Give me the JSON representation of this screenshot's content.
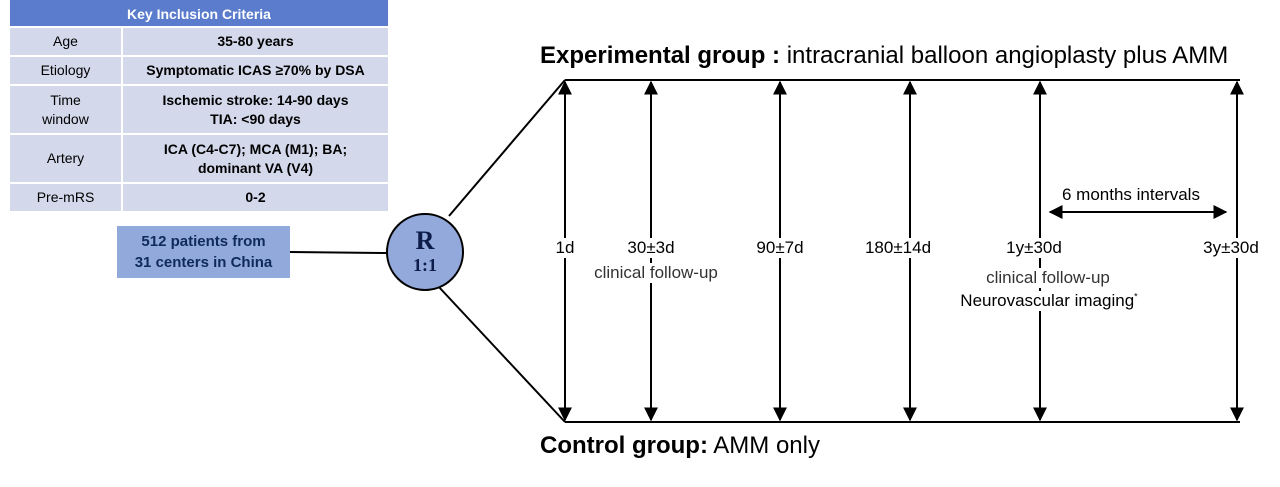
{
  "criteria": {
    "title": "Key Inclusion Criteria",
    "rows": [
      {
        "label": "Age",
        "value": "35-80 years"
      },
      {
        "label": "Etiology",
        "value": "Symptomatic ICAS ≥70% by DSA"
      },
      {
        "label": "Time\nwindow",
        "value": "Ischemic stroke: 14-90 days\nTIA: <90 days"
      },
      {
        "label": "Artery",
        "value": "ICA (C4-C7); MCA (M1); BA;\ndominant VA (V4)"
      },
      {
        "label": "Pre-mRS",
        "value": "0-2"
      }
    ]
  },
  "patients": {
    "line1": "512 patients from",
    "line2": "31 centers in China"
  },
  "randomization": {
    "letter": "R",
    "ratio": "1:1"
  },
  "experimental": {
    "label": "Experimental group :",
    "description": "intracranial balloon angioplasty plus AMM"
  },
  "control": {
    "label": "Control group:",
    "description": "AMM only"
  },
  "timepoints": [
    "1d",
    "30±3d",
    "90±7d",
    "180±14d",
    "1y±30d",
    "3y±30d"
  ],
  "annotations": {
    "clinical_followup_1": "clinical follow-up",
    "clinical_followup_2": "clinical follow-up",
    "imaging": "Neurovascular imaging",
    "imaging_mark": "*",
    "interval": "6 months intervals"
  },
  "colors": {
    "header": "#5b7ccc",
    "cell": "#d3d9eb",
    "box": "#92a9dc",
    "circle": "#93a9dc"
  }
}
